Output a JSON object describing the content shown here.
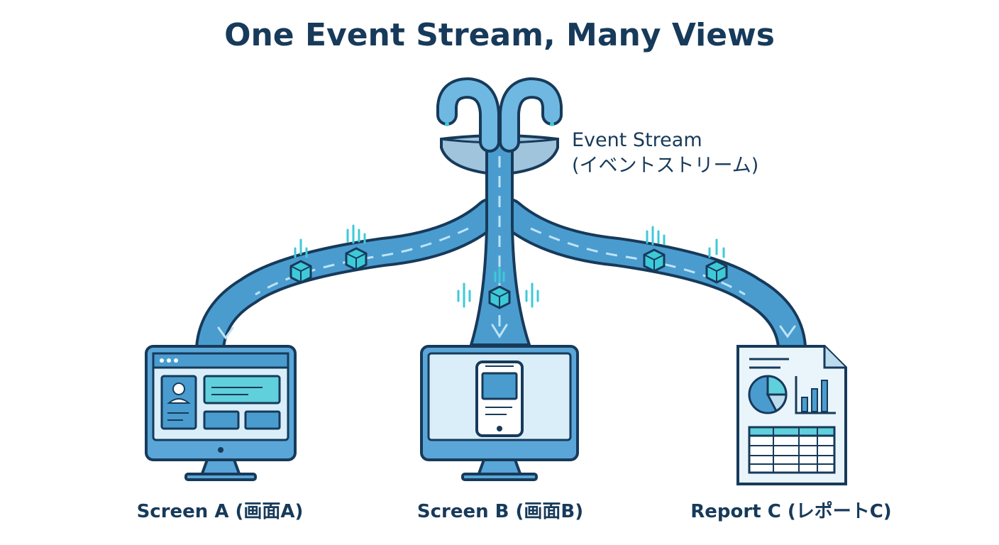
{
  "title": "One Event Stream, Many Views",
  "stream": {
    "label_en": "Event Stream",
    "label_ja": "(イベントストリーム)"
  },
  "views": [
    {
      "label": "Screen A (画面A)"
    },
    {
      "label": "Screen B (画面B)"
    },
    {
      "label": "Report C (レポートC)"
    }
  ],
  "colors": {
    "outline": "#173a5a",
    "stream": "#4a9ccf",
    "stream_light": "#8cc8ea",
    "accent": "#3ec9d9",
    "screen_bg": "#d9eef8",
    "panel": "#5aa6d8"
  }
}
